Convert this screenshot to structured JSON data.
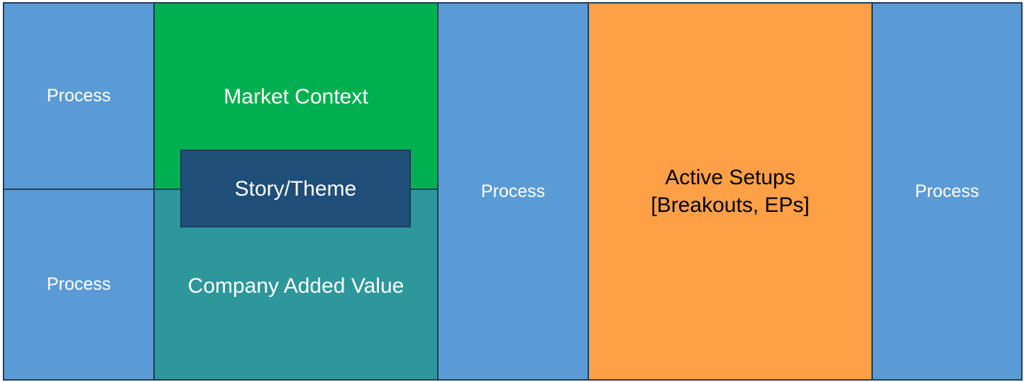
{
  "blocks": {
    "process_top_left": "Process",
    "process_bottom_left": "Process",
    "market_context": "Market Context",
    "story_theme": "Story/Theme",
    "company_added_value": "Company Added Value",
    "process_middle": "Process",
    "active_setups": "Active Setups\n[Breakouts, EPs]",
    "process_right": "Process"
  },
  "colors": {
    "process": "#5b9bd5",
    "market_context": "#00b050",
    "company_added_value": "#2e979b",
    "story_theme": "#1f4e79",
    "active_setups": "#ffa047",
    "border": "#1f3d5c"
  }
}
